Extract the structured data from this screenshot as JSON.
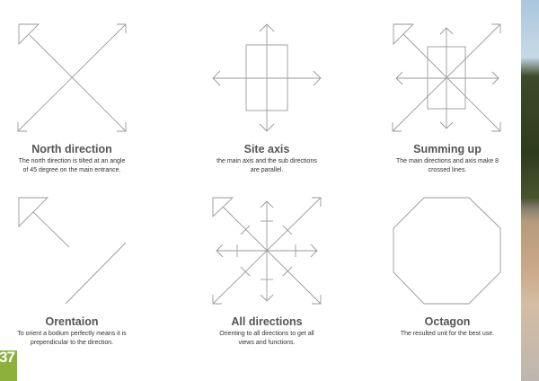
{
  "page_number": "37",
  "panels": [
    {
      "title": "North direction",
      "lines": [
        "The north direction is tilted at an angle",
        "of 45 degree on the main entrance."
      ]
    },
    {
      "title": "Site axis",
      "lines": [
        "the main axis and the sub directions",
        "are parallel."
      ]
    },
    {
      "title": "Summing up",
      "lines": [
        "The main directions and axis make 8",
        "crossed lines."
      ]
    },
    {
      "title": "Orentaion",
      "lines": [
        "To orient a bodium perfectly means it is",
        "prependicular to the direction."
      ]
    },
    {
      "title": "All directions",
      "lines": [
        "Orienting to all directions to get all",
        "views and functions."
      ]
    },
    {
      "title": "Octagon",
      "lines": [
        "The resulted unit for the best use."
      ]
    }
  ],
  "colors": {
    "accent": "#8db03c",
    "line": "#9a9a9a"
  }
}
